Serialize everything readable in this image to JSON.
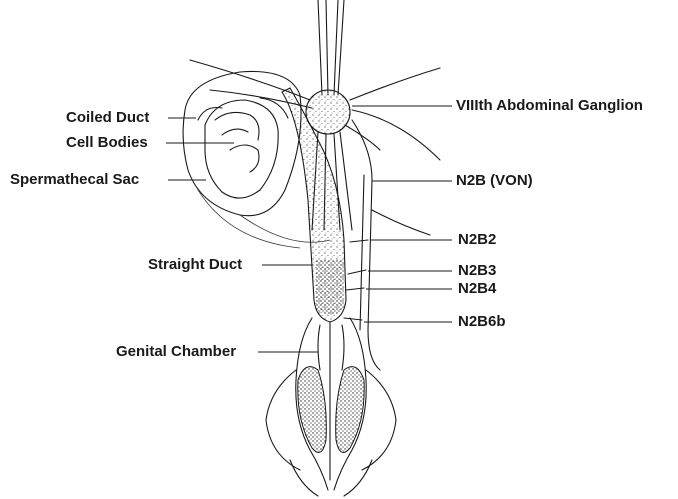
{
  "labels": {
    "coiled_duct": "Coiled Duct",
    "cell_bodies": "Cell Bodies",
    "spermathecal_sac": "Spermathecal Sac",
    "straight_duct": "Straight Duct",
    "genital_chamber": "Genital Chamber",
    "ganglion": "VIIIth Abdominal Ganglion",
    "n2b_von": "N2B (VON)",
    "n2b2": "N2B2",
    "n2b3": "N2B3",
    "n2b4": "N2B4",
    "n2b6b": "N2B6b"
  }
}
